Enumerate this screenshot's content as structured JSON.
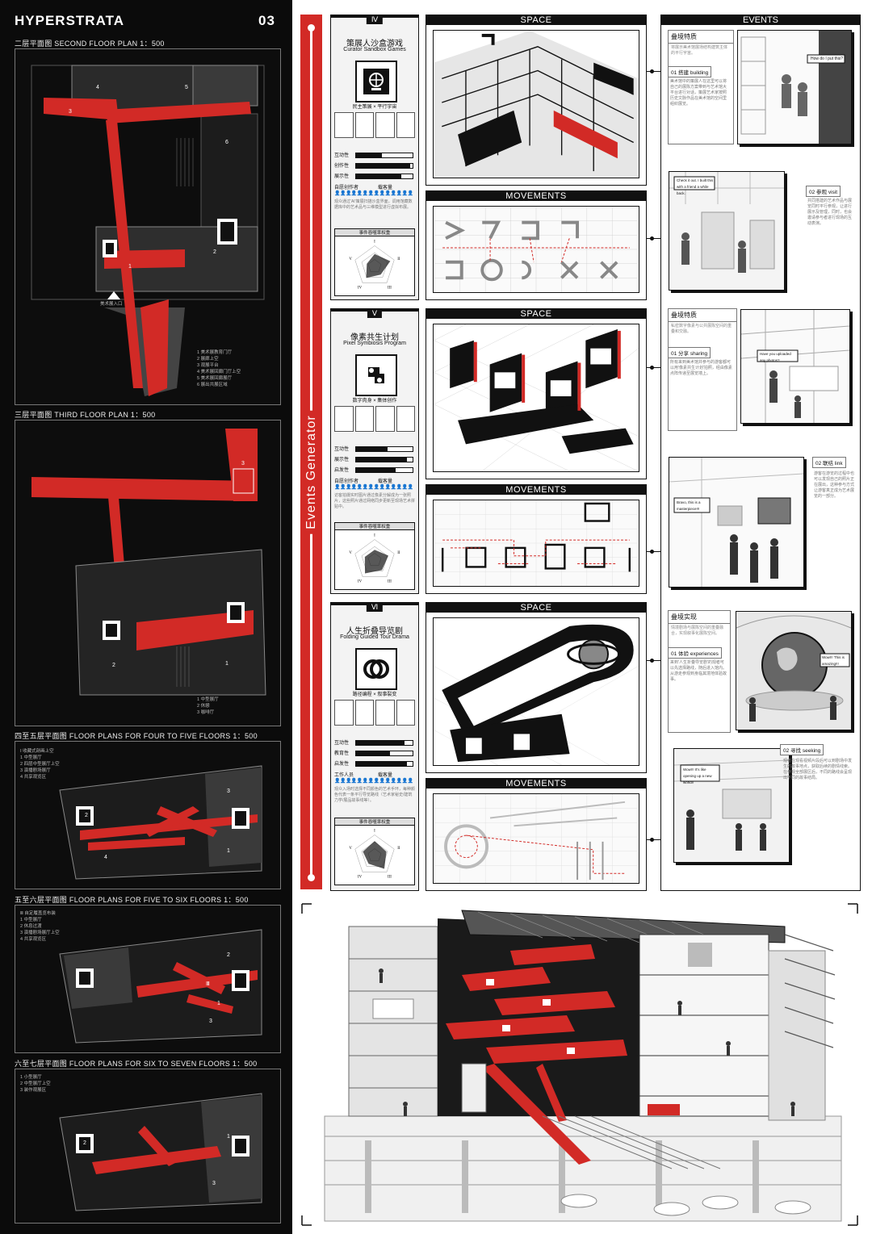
{
  "header": {
    "title": "HYPERSTRATA",
    "page_no": "03"
  },
  "floor_plans": [
    {
      "caption": "二层平面图  SECOND FLOOR PLAN 1：500",
      "legend": [
        "1  美术展教育门厅",
        "2  展廊上空",
        "3  观展平台",
        "4  美术展回廊门厅上空",
        "5  美术展回廊展厅",
        "6  展出共展区域"
      ],
      "labels": [
        "1",
        "2",
        "3",
        "4",
        "5",
        "6"
      ],
      "entry": "美术展入口"
    },
    {
      "caption": "三层平面图  THIRD FLOOR PLAN 1：500",
      "legend": [
        "1  中型展厅",
        "2  休憩",
        "3  咖啡厅"
      ],
      "labels": [
        "1",
        "2",
        "3"
      ]
    },
    {
      "caption": "四至五层平面图  FLOOR PLANS FOR FOUR TO FIVE FLOORS  1：500",
      "legend": [
        "Ⅰ  收藏式剖画上空",
        "1  中型展厅",
        "2  四层中型展厅上空",
        "3  演播剧场展厅",
        "4  共享观览区"
      ],
      "labels": [
        "1",
        "2",
        "3",
        "4"
      ]
    },
    {
      "caption": "五至六层平面图  FLOOR PLANS FOR FIVE TO SIX FLOORS  1：500",
      "legend": [
        "Ⅲ  自定履盖览布装",
        "1  中型展厅",
        "2  休息过渡",
        "3  演播剧场展厅上空",
        "4  共享观览区"
      ],
      "labels": [
        "1",
        "2",
        "3",
        "Ⅲ"
      ]
    },
    {
      "caption": "六至七层平面图  FLOOR PLANS FOR SIX TO SEVEN FLOORS  1：500",
      "legend": [
        "1  小型展厅",
        "2  中型展厅上空",
        "3  装作观展区"
      ],
      "labels": [
        "1",
        "2",
        "3"
      ]
    }
  ],
  "side_title": "Events  Generator",
  "programs": [
    {
      "numeral": "Ⅳ",
      "cn": "策展人沙盒游戏",
      "en": "Curator Sandbox Games",
      "tag": "民主策展 × 平行宇宙",
      "stats": [
        {
          "label": "互动性",
          "value": 0.45
        },
        {
          "label": "创作性",
          "value": 0.95
        },
        {
          "label": "展示性",
          "value": 0.8
        }
      ],
      "row": {
        "left": "自愿创作者",
        "right": "载客量"
      },
      "desc": "观众通过'AI'策展扫描沙盒界面，调用馆藏数据库中的艺术品与三维模型进行虚拟布展。",
      "radar_title": "事件吞噬率权重",
      "radar_labels": [
        "I",
        "II",
        "III",
        "IV",
        "V"
      ],
      "radar_values": [
        0.6,
        0.8,
        0.5,
        0.7,
        0.4
      ]
    },
    {
      "numeral": "Ⅴ",
      "cn": "像素共生计划",
      "en": "Pixel Symbiosis Program",
      "tag": "数字肉身 × 集体创作",
      "stats": [
        {
          "label": "互动性",
          "value": 0.55
        },
        {
          "label": "展示性",
          "value": 0.9
        },
        {
          "label": "启发性",
          "value": 0.7
        }
      ],
      "row": {
        "left": "自愿创作者",
        "right": "载客量"
      },
      "desc": "访客拍摄实时图片通过像素分解成为一张照片，这些照片通过网络同步更新至现场艺术拼贴中。",
      "radar_title": "事件吞噬率权重",
      "radar_labels": [
        "I",
        "II",
        "III",
        "IV",
        "V"
      ],
      "radar_values": [
        0.5,
        0.7,
        0.6,
        0.8,
        0.5
      ]
    },
    {
      "numeral": "Ⅵ",
      "cn": "人生折叠导览剧",
      "en": "Folding Guided Tour Drama",
      "tag": "路径编程 × 叙事裂变",
      "stats": [
        {
          "label": "互动性",
          "value": 0.85
        },
        {
          "label": "教育性",
          "value": 0.6
        },
        {
          "label": "启发性",
          "value": 0.9
        }
      ],
      "row": {
        "left": "工作人员",
        "right": "载客量"
      },
      "desc": "观众入场时选择不同颜色的艺术手环，每种颜色代表一条平行导览路线（艺术家秘史/建筑力学/展品故事线等）。",
      "radar_title": "事件吞噬率权重",
      "radar_labels": [
        "I",
        "II",
        "III",
        "IV",
        "V"
      ],
      "radar_values": [
        0.7,
        0.6,
        0.8,
        0.5,
        0.6
      ]
    }
  ],
  "panels": {
    "space": "SPACE",
    "movements": "MOVEMENTS",
    "events": "EVENTS"
  },
  "events": [
    {
      "heading": "叠境特质",
      "text": "将展示美术馆展场结构建筑主体的平行宇宙。",
      "step": "01 搭建  building",
      "step_text": "美术馆中的策展人在这里可以将自己的展陈方案带到与艺术馆大平台进行对话，策展艺术家按照历史文脉作品在美术馆的空间里组织展览。",
      "bubble": "How do I put this?"
    },
    {
      "step": "02 参观  visit",
      "step_text": "共同搭建的艺术作品与展览同时平行参观，让进行展示及管理，同时，也会邀请参与者进行现场的互动表演。",
      "bubble": "Check it out. I built this with a friend a while back."
    },
    {
      "heading": "叠境特质",
      "text": "私密数字像素与公共展陈空间的重叠和交融。",
      "step": "01 分享  sharing",
      "step_text": "所有来到美术馆并参与的游客都可以用'像素共生计划'拍照，经由像素点阵传递至展览墙上。",
      "bubble": "Have you uploaded any photos?"
    },
    {
      "step": "02 联结  link",
      "step_text": "游客在游览的过程中也可以发现自己的照片正在展出，这种参与方式让游客真正成为艺术展览的一部分。",
      "bubble": "Bravo, this is a masterpiece!!!"
    },
    {
      "heading": "叠境实现",
      "text": "情境剧场与展陈空间的重叠融合，实现叙事化展陈空间。",
      "step": "01 体验  experiences",
      "step_text": "来到'人生折叠导览剧'的观者可以先选择路线，随后进入馆内。从游走参观到身临其境地体验故事。",
      "bubble": "Wow!!! This is amazing!!!"
    },
    {
      "step": "02 寻找  seeking",
      "step_text": "观者在观看视频片段后可以到剧场中发生的故事地点，获取后续的剧情线索。在参观全部展区后，不同的路线会呈现出不同的故事结局。",
      "bubble": "Wow!!! It's like opening up a new world!!"
    }
  ],
  "colors": {
    "accent": "#d22a26",
    "dark": "#0b0b0b"
  }
}
